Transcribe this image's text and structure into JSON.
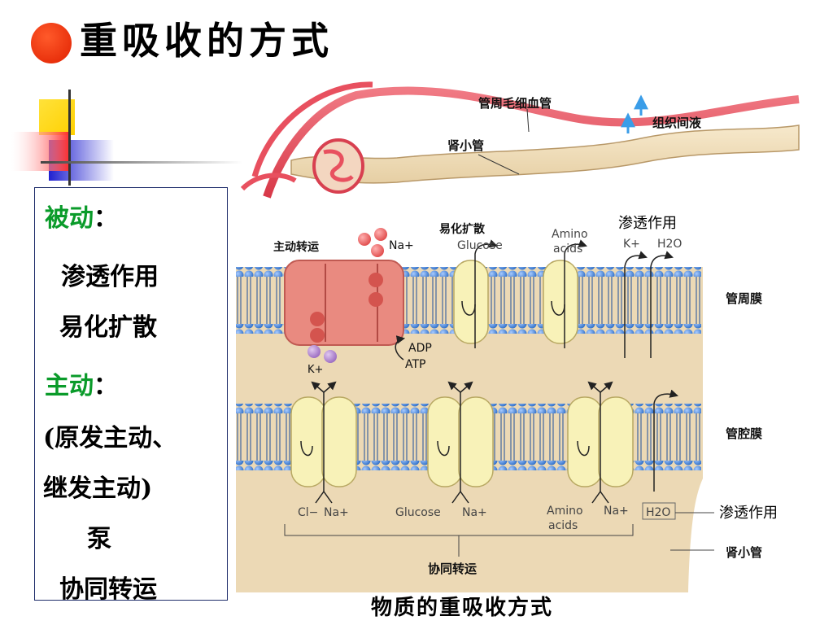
{
  "slide": {
    "title": "重吸收的方式",
    "caption": "物质的重吸收方式"
  },
  "sidebar": {
    "passive_heading": "被动",
    "passive_colon": "：",
    "passive_items": [
      "渗透作用",
      "易化扩散"
    ],
    "active_heading": "主动",
    "active_colon": "：",
    "active_lines": [
      "(原发主动、",
      "继发主动)",
      "泵",
      "协同转运"
    ]
  },
  "diagram": {
    "capillary_label": "管周毛细血管",
    "interstitial_label": "组织间液",
    "tubule_label": "肾小管",
    "membranes": {
      "peritubular": "管周膜",
      "luminal": "管腔膜",
      "tubule": "肾小管"
    },
    "top": {
      "active_transport": "主动转运",
      "na": "Na+",
      "k": "K+",
      "adp": "ADP",
      "atp": "ATP",
      "facilitated": "易化扩散",
      "glucose": "Glucose",
      "amino": "Amino",
      "acids": "acids",
      "osmosis": "渗透作用",
      "h2o": "H2O"
    },
    "bottom": {
      "cl": "Cl−",
      "na1": "Na+",
      "glucose": "Glucose",
      "na2": "Na+",
      "amino": "Amino",
      "acids": "acids",
      "na3": "Na+",
      "h2o": "H2O",
      "osmosis": "渗透作用",
      "cotransport": "协同转运"
    }
  },
  "colors": {
    "title_dot": "#e02000",
    "green_heading": "#0a9b2a",
    "capillary": "#e8505f",
    "tubule_fill": "#f1ddb8",
    "phospholipid": "#3f7fd6",
    "pump": "#e98a80",
    "channel": "#f8f2b8",
    "arrow_blue": "#3a9de8"
  }
}
